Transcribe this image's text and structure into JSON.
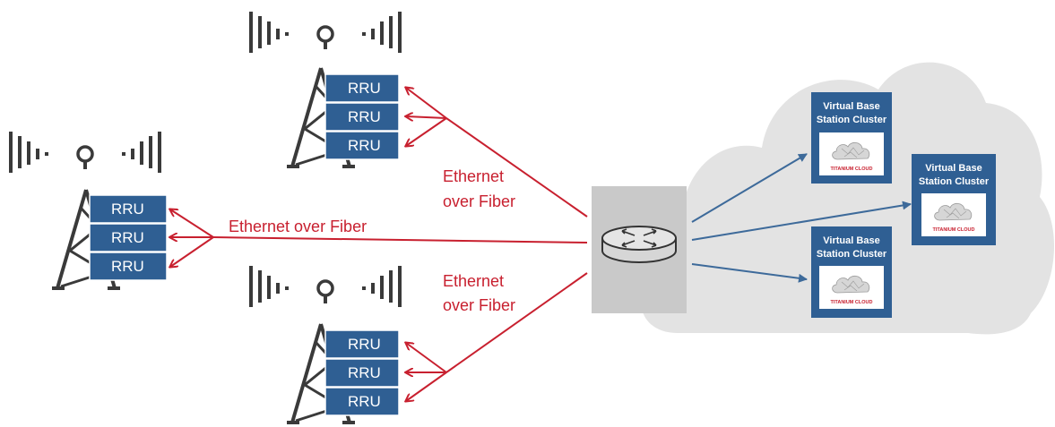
{
  "colors": {
    "link_red": "#c8202f",
    "rru_blue": "#2f5f93",
    "arrow_blue": "#3d6a9a",
    "cloud_gray": "#e3e3e3",
    "router_box_gray": "#c9c9c9",
    "tower_dark": "#3a3a3a"
  },
  "icons": {
    "tower": "antenna-tower-icon",
    "router": "router-icon",
    "cloud": "cloud-icon",
    "vbs_thumbnail": "titanium-cloud-logo-icon"
  },
  "sites": {
    "top": {
      "rru_labels": [
        "RRU",
        "RRU",
        "RRU"
      ]
    },
    "left": {
      "rru_labels": [
        "RRU",
        "RRU",
        "RRU"
      ]
    },
    "bottom": {
      "rru_labels": [
        "RRU",
        "RRU",
        "RRU"
      ]
    }
  },
  "links": {
    "top": {
      "line1": "Ethernet",
      "line2": "over Fiber"
    },
    "left": {
      "label": "Ethernet over Fiber"
    },
    "bottom": {
      "line1": "Ethernet",
      "line2": "over Fiber"
    }
  },
  "clusters": [
    {
      "line1": "Virtual Base",
      "line2": "Station Cluster",
      "logo_text": "TITANIUM CLOUD"
    },
    {
      "line1": "Virtual Base",
      "line2": "Station Cluster",
      "logo_text": "TITANIUM CLOUD"
    },
    {
      "line1": "Virtual Base",
      "line2": "Station Cluster",
      "logo_text": "TITANIUM CLOUD"
    }
  ]
}
